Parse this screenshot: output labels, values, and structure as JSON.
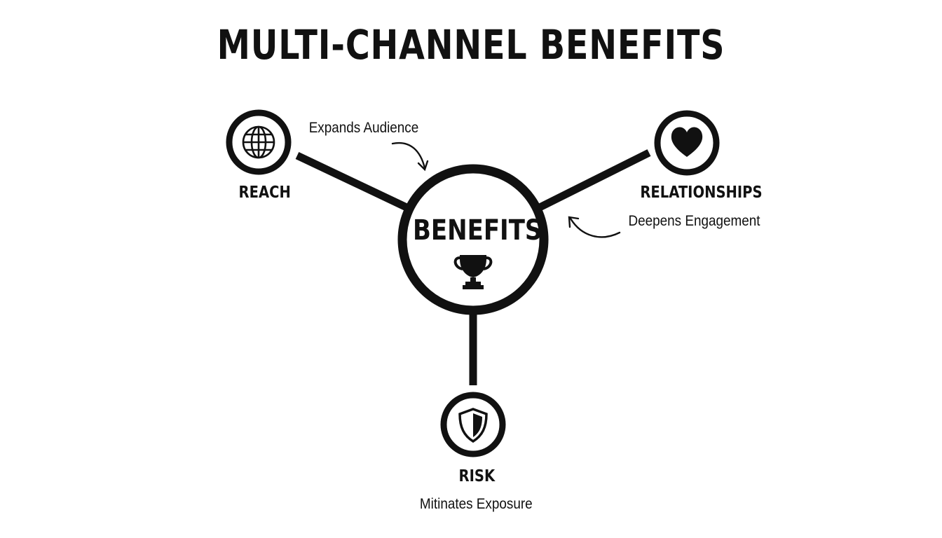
{
  "title": "MULTI-CHANNEL BENEFITS",
  "center": {
    "label": "BENEFITS",
    "icon": "trophy-icon"
  },
  "nodes": [
    {
      "id": "reach",
      "label": "REACH",
      "icon": "globe-icon",
      "note": "Expands Audience"
    },
    {
      "id": "relationships",
      "label": "RELATIONSHIPS",
      "icon": "heart-icon",
      "note": "Deepens Engagement"
    },
    {
      "id": "risk",
      "label": "RISK",
      "icon": "shield-icon",
      "note": "Mitinates Exposure"
    }
  ],
  "colors": {
    "ink": "#111111",
    "background": "#ffffff"
  }
}
